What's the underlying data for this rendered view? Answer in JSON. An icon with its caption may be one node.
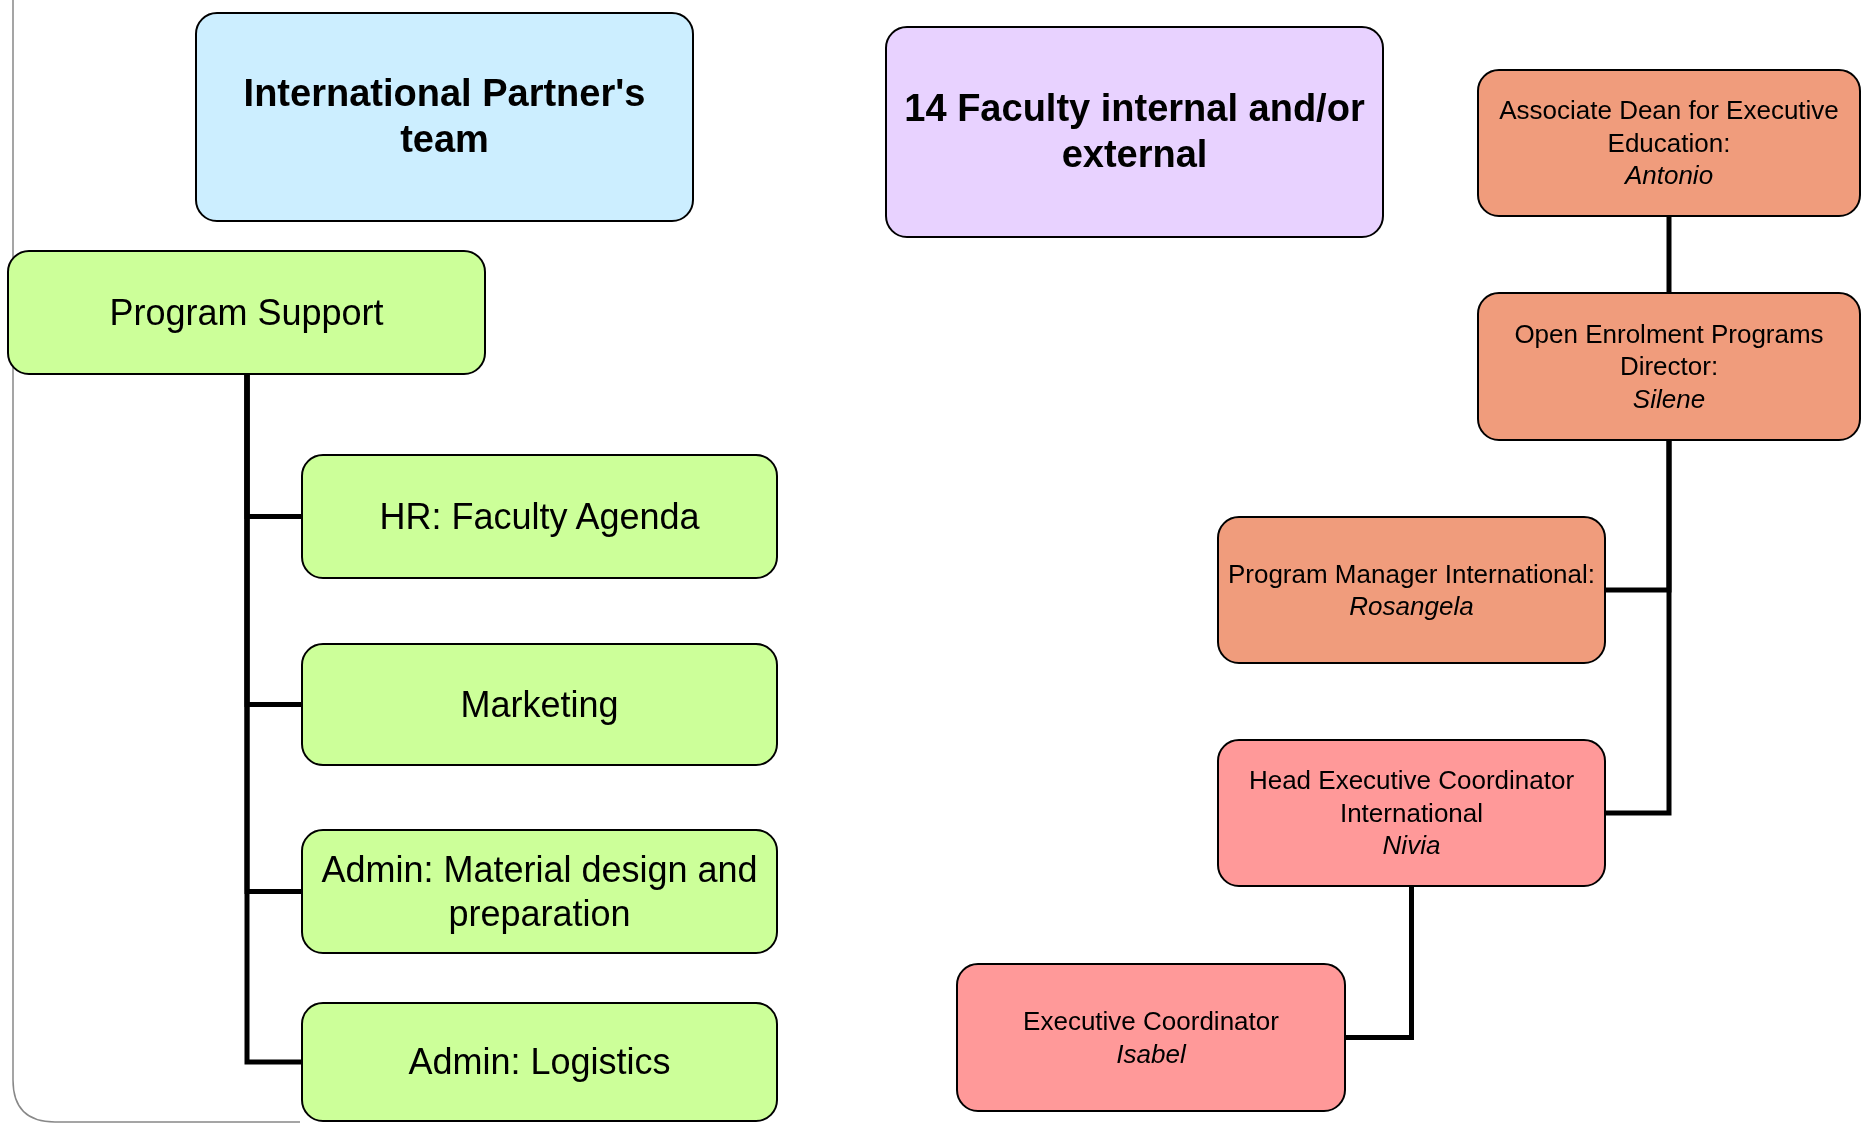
{
  "diagram": {
    "nodes": [
      {
        "text": [
          "International Partner's team"
        ]
      },
      {
        "text": [
          "14 Faculty internal and/or external"
        ]
      },
      {
        "text": [
          "Program Support"
        ]
      },
      {
        "text": [
          "HR: Faculty Agenda"
        ]
      },
      {
        "text": [
          "Marketing"
        ]
      },
      {
        "text": [
          "Admin: Material design and preparation"
        ]
      },
      {
        "text": [
          "Admin: Logistics"
        ]
      },
      {
        "text": [
          "Associate Dean for Executive Education:",
          "Antonio"
        ]
      },
      {
        "text": [
          "Open Enrolment Programs Director:",
          "Silene"
        ]
      },
      {
        "text": [
          "Program Manager International:",
          "Rosangela"
        ]
      },
      {
        "text": [
          "Head Executive Coordinator International",
          "Nivia"
        ]
      },
      {
        "text": [
          "Executive Coordinator",
          "Isabel"
        ]
      }
    ],
    "edges": [
      {
        "from": 2,
        "to": 3,
        "arrow": "none"
      },
      {
        "from": 2,
        "to": 4,
        "arrow": "none"
      },
      {
        "from": 2,
        "to": 5,
        "arrow": "none"
      },
      {
        "from": 2,
        "to": 6,
        "arrow": "none"
      },
      {
        "from": 7,
        "to": 8,
        "arrow": "none"
      },
      {
        "from": 8,
        "to": 9,
        "arrow": "none"
      },
      {
        "from": 8,
        "to": 10,
        "arrow": "none"
      },
      {
        "from": 10,
        "to": 11,
        "arrow": "none"
      }
    ]
  }
}
